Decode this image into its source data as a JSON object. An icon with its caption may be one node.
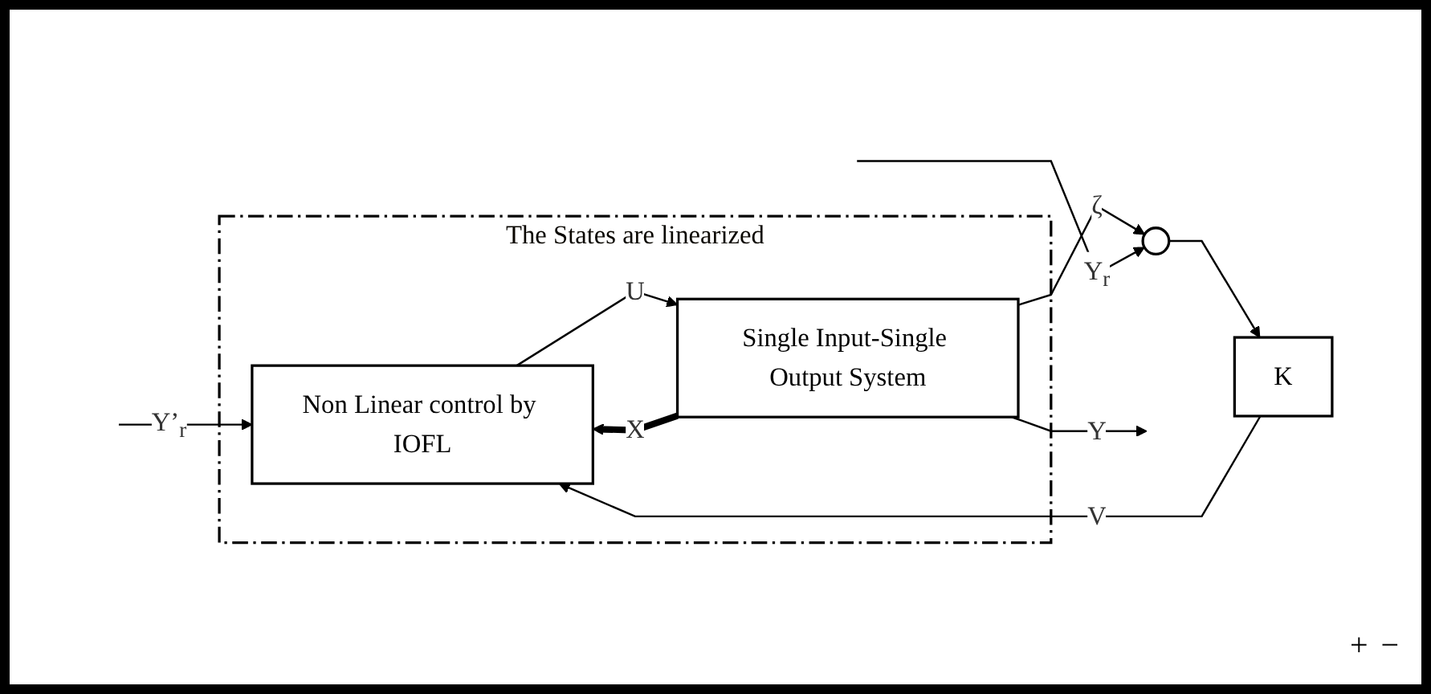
{
  "diagram": {
    "nodes": [
      {
        "text": [
          "The States are linearized"
        ]
      },
      {
        "text": [
          "Non Linear control by IOFL"
        ],
        "in": 0
      },
      {
        "text": [
          "Single Input-Single Output System"
        ],
        "in": 0
      },
      {
        "text": [],
        "shape": "circle"
      },
      {
        "text": [
          "K"
        ]
      }
    ],
    "edges": [
      {
        "from": 1,
        "to": 2,
        "arrow": "to",
        "label": "U"
      },
      {
        "from": 2,
        "to": 1,
        "arrow": "to",
        "label": "X",
        "style": "thick"
      },
      {
        "from": 2,
        "to": null,
        "arrow": "to",
        "label": "Y"
      },
      {
        "from": 2,
        "to": 3,
        "arrow": "to",
        "label": "ζ"
      },
      {
        "from": null,
        "to": 3,
        "arrow": "to",
        "label": "Y$_{r}$"
      },
      {
        "from": 3,
        "to": 4,
        "arrow": "to"
      },
      {
        "from": 4,
        "to": 1,
        "arrow": "to",
        "label": "V"
      },
      {
        "from": null,
        "to": 1,
        "arrow": "to",
        "label": "Y’$_{r}$"
      }
    ],
    "labels": [
      "+",
      "−"
    ]
  }
}
